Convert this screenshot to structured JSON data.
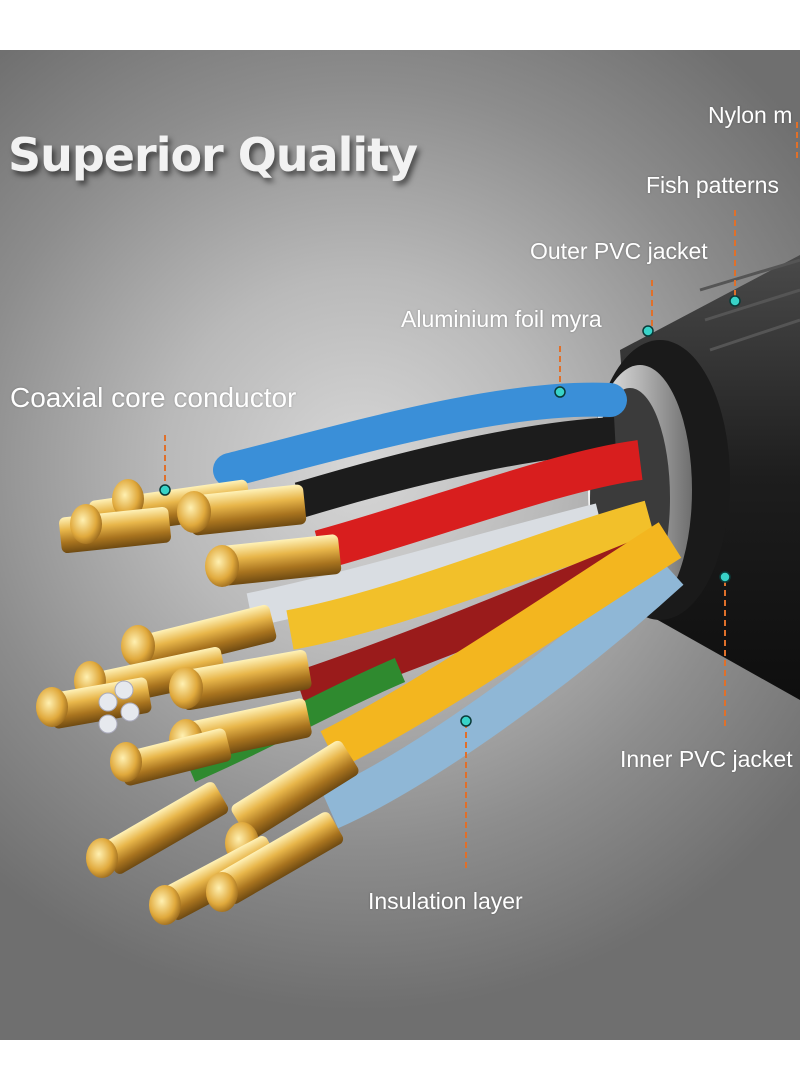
{
  "headline": "Superior Quality",
  "callouts": {
    "nylon": "Nylon m",
    "fish": "Fish patterns",
    "outer_jacket": "Outer PVC jacket",
    "foil": "Aluminium foil myra",
    "coax": "Coaxial core conductor",
    "inner_jacket": "Inner PVC jacket",
    "insulation": "Insulation layer"
  },
  "colors": {
    "leader_line": "#e0702a",
    "marker_dot": "#38d3c8",
    "wire_blue": "#3a8fd8",
    "wire_black": "#1c1c1c",
    "wire_red": "#d81e1e",
    "wire_yellow": "#f2c02a",
    "wire_dark_red": "#9a1b1b",
    "wire_light_blue": "#8fb7d6",
    "wire_green": "#2f8a2f",
    "wire_white": "#d9dde2",
    "gold_tip": "#d9a63a"
  }
}
